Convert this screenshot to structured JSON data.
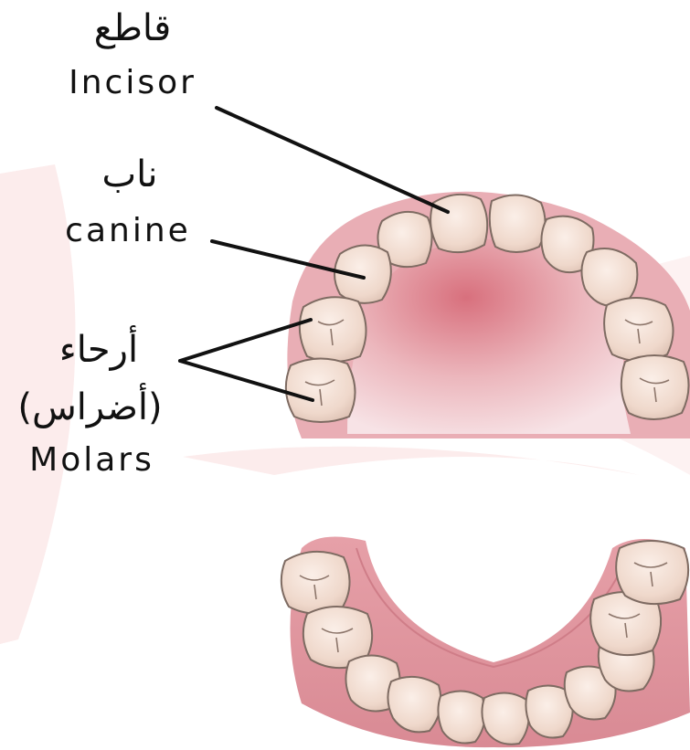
{
  "labels": {
    "incisor": {
      "arabic": "قاطع",
      "english": "Incisor"
    },
    "canine": {
      "arabic": "ناب",
      "english": "canine"
    },
    "molars": {
      "arabic": "أرحاء",
      "arabic_alt": "(أضراس)",
      "english": "Molars"
    }
  },
  "colors": {
    "text": "#111111",
    "tooth_fill": "#f1ddd2",
    "tooth_outline": "#7e6b62",
    "gum": "#e7a7ad",
    "gum_pale": "#f7e2e4",
    "watermark": "#fbeaea",
    "leader_line": "#111111"
  },
  "icons": {
    "upper_arch": "upper-dental-arch-illustration",
    "lower_arch": "lower-dental-arch-illustration"
  }
}
